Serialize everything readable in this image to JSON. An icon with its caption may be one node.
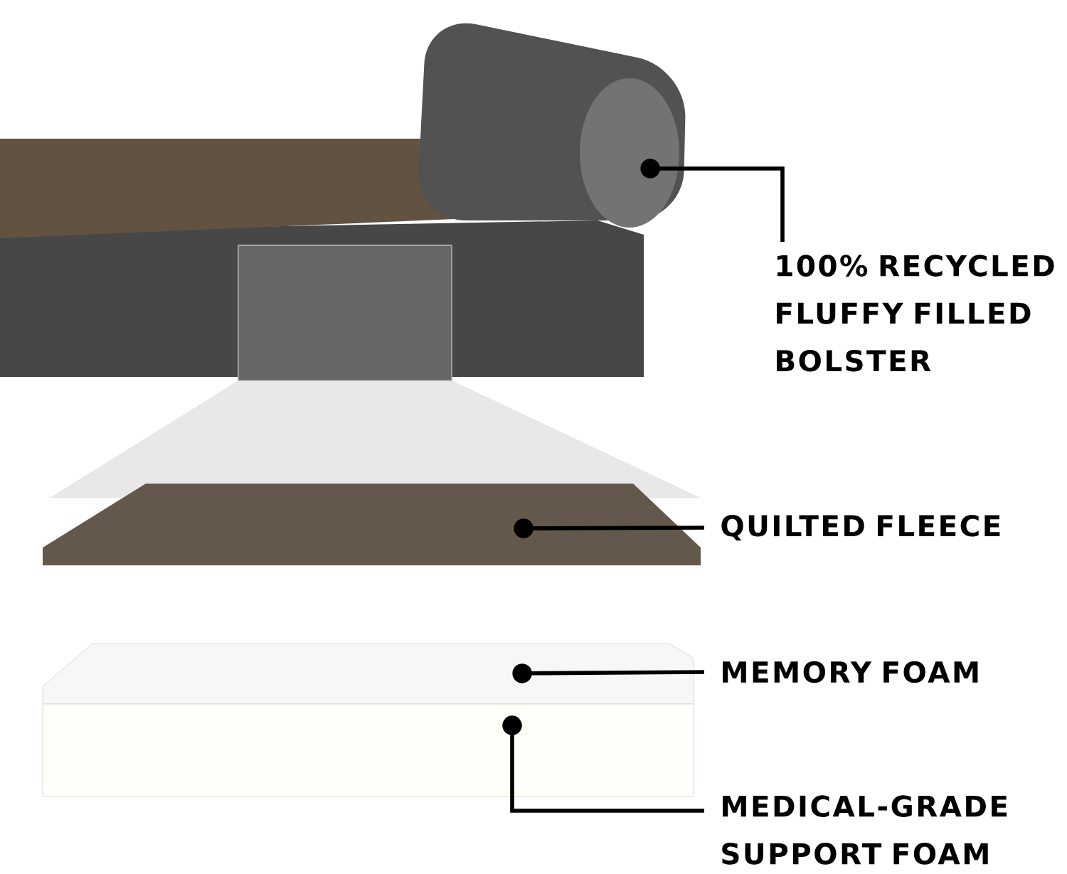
{
  "diagram": {
    "nodes": [
      {
        "text": [],
        "shape": "picture"
      },
      {
        "text": [
          "100% RECYCLED FLUFFY FILLED BOLSTER"
        ]
      },
      {
        "text": [],
        "shape": "picture"
      },
      {
        "text": [
          "QUILTED FLEECE"
        ]
      },
      {
        "text": [],
        "shape": "picture"
      },
      {
        "text": [
          "MEMORY FOAM"
        ]
      },
      {
        "text": [],
        "shape": "picture"
      },
      {
        "text": [
          "MEDICAL-GRADE SUPPORT FOAM"
        ]
      }
    ],
    "edges": [
      {
        "from": 1,
        "to": 0,
        "arrow": "other"
      },
      {
        "from": 3,
        "to": 2,
        "arrow": "other"
      },
      {
        "from": 5,
        "to": 4,
        "arrow": "other"
      },
      {
        "from": 7,
        "to": 6,
        "arrow": "other"
      }
    ]
  }
}
